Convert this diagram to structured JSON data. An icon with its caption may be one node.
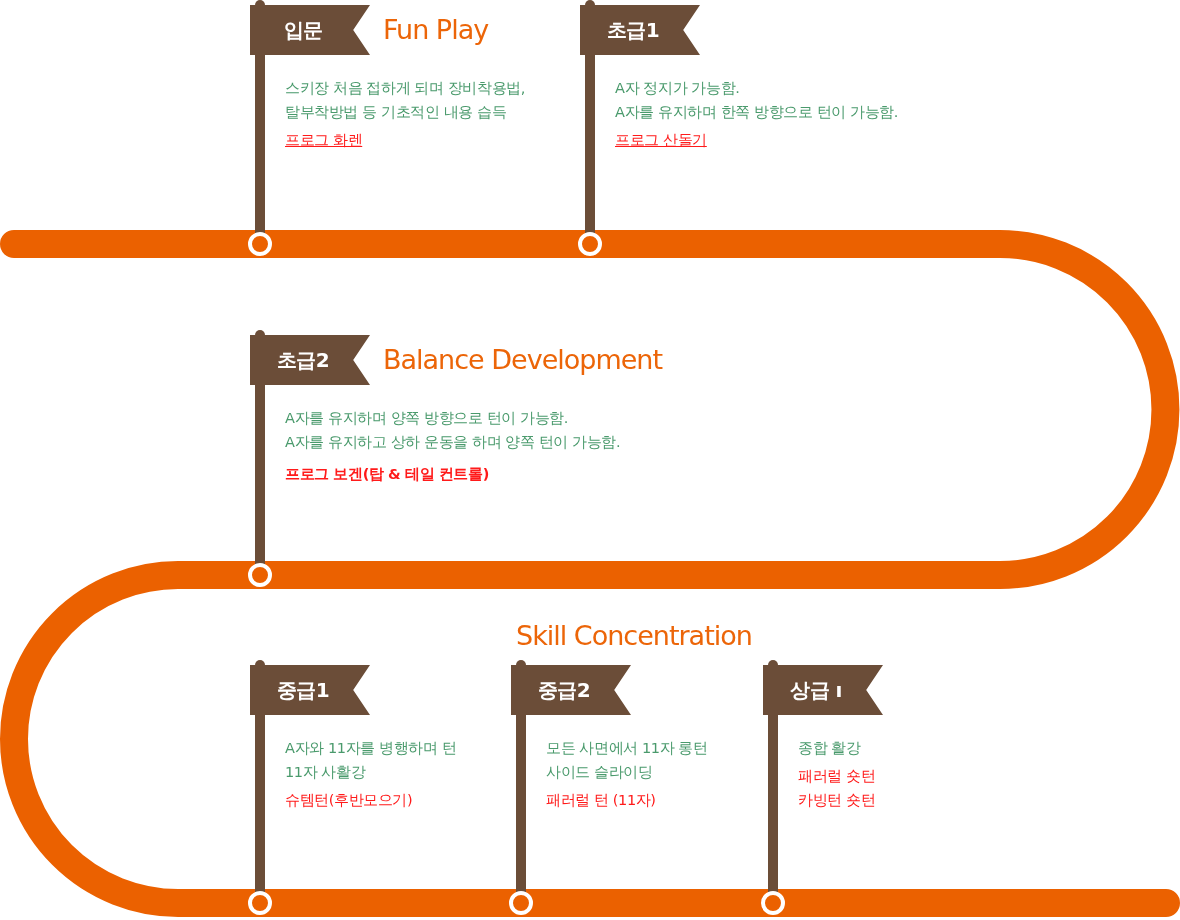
{
  "diagram": {
    "nodes": [
      {
        "text": [
          "입문",
          "Fun Play",
          "스키장 처음 접하게 되며 장비착용법, 탈부착방법 등 기초적인 내용 습득",
          "프로그 화렌"
        ]
      },
      {
        "text": [
          "초급1",
          "A자 정지가 가능함.",
          "A자를 유지하며 한쪽 방향으로 턴이 가능함.",
          "프로그 산돌기"
        ]
      },
      {
        "text": [
          "초급2",
          "Balance Development",
          "A자를 유지하며 양쪽 방향으로 턴이 가능함.",
          "A자를 유지하고 상하 운동을 하며 양쪽 턴이 가능함.",
          "프로그 보겐(탑 & 테일 컨트롤)"
        ]
      },
      {
        "text": [
          "중급1",
          "A자와 11자를 병행하며 턴",
          "11자 사활강",
          "슈템턴(후반모으기)"
        ]
      },
      {
        "text": [
          "중급2",
          "모든 사면에서 11자 롱턴",
          "사이드 슬라이딩",
          "패러럴 턴 (11자)"
        ]
      },
      {
        "text": [
          "상급 ı",
          "종합 활강",
          "패러럴 숏턴",
          "카빙턴 숏턴"
        ]
      }
    ],
    "labels": [
      "Skill Concentration"
    ]
  }
}
